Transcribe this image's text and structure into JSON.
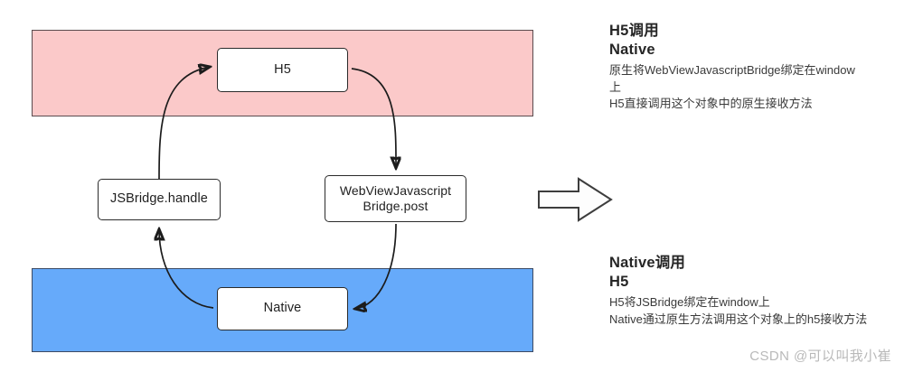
{
  "diagram": {
    "bands": [
      {
        "name": "h5-layer",
        "color": "#fbc9c9"
      },
      {
        "name": "native-layer",
        "color": "#66aafa"
      }
    ],
    "nodes": {
      "h5": "H5",
      "jsbridge_handle": "JSBridge.handle",
      "webview_post": "WebViewJavascript\nBridge.post",
      "native": "Native"
    },
    "transition_arrow": "right-block-arrow"
  },
  "notes": {
    "h5_to_native": {
      "heading_line1": "H5调用",
      "heading_line2": "Native",
      "body": "原生将WebViewJavascriptBridge绑定在window\n上\nH5直接调用这个对象中的原生接收方法"
    },
    "native_to_h5": {
      "heading_line1": "Native调用",
      "heading_line2": "H5",
      "body": "H5将JSBridge绑定在window上\nNative通过原生方法调用这个对象上的h5接收方法"
    }
  },
  "watermark": "CSDN @可以叫我小崔",
  "colors": {
    "h5_band": "#fbc9c9",
    "native_band": "#66aafa",
    "node_border": "#2b2b2b",
    "stroke": "#1c1c1c",
    "watermark": "#b9b9b9"
  }
}
